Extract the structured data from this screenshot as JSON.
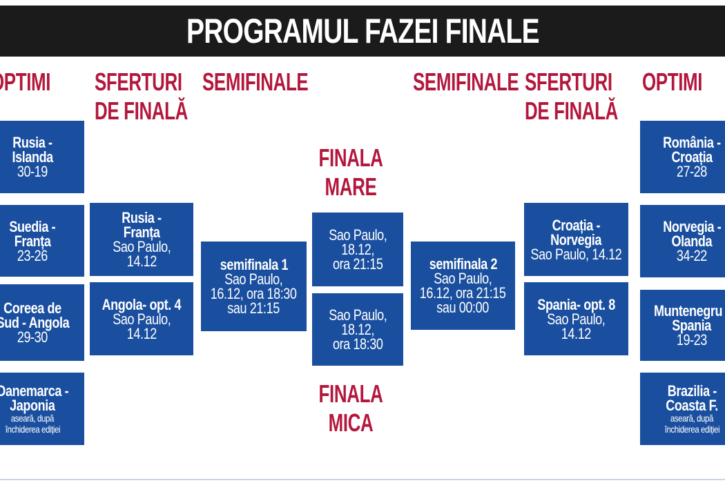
{
  "title": "PROGRAMUL FAZEI FINALE",
  "headers": {
    "optimi": "OPTIMI",
    "sferturi_1": "SFERTURI",
    "sferturi_2": "DE FINALĂ",
    "semifinale": "SEMIFINALE",
    "finala_mare_1": "FINALA",
    "finala_mare_2": "MARE",
    "finala_mica_1": "FINALA",
    "finala_mica_2": "MICA"
  },
  "left_optimi": [
    {
      "teams": [
        "Rusia -",
        "Islanda"
      ],
      "info": [
        "30-19"
      ]
    },
    {
      "teams": [
        "Suedia -",
        "Franța"
      ],
      "info": [
        "23-26"
      ]
    },
    {
      "teams": [
        "Coreea de",
        "Sud - Angola"
      ],
      "info": [
        "29-30"
      ]
    },
    {
      "teams": [
        "Danemarca -",
        "Japonia"
      ],
      "note": [
        "aseară, după",
        "închiderea ediției"
      ]
    }
  ],
  "left_sferturi": [
    {
      "teams": [
        "Rusia -",
        "Franța"
      ],
      "info": [
        "Sao Paulo,",
        "14.12"
      ]
    },
    {
      "teams": [
        "Angola- opt. 4"
      ],
      "info": [
        "Sao Paulo,",
        "14.12"
      ]
    }
  ],
  "semifinala_1": {
    "teams": [
      "semifinala 1"
    ],
    "info": [
      "Sao Paulo,",
      "16.12, ora 18:30",
      "sau 21:15"
    ]
  },
  "finala_mare": {
    "info": [
      "Sao Paulo,",
      "18.12,",
      "ora 21:15"
    ]
  },
  "finala_mica": {
    "info": [
      "Sao Paulo,",
      "18.12,",
      "ora 18:30"
    ]
  },
  "semifinala_2": {
    "teams": [
      "semifinala 2"
    ],
    "info": [
      "Sao Paulo,",
      "16.12, ora 21:15",
      "sau 00:00"
    ]
  },
  "right_sferturi": [
    {
      "teams": [
        "Croația -",
        "Norvegia"
      ],
      "info": [
        "Sao Paulo, 14.12"
      ]
    },
    {
      "teams": [
        "Spania- opt. 8"
      ],
      "info": [
        "Sao Paulo,",
        "14.12"
      ]
    }
  ],
  "right_optimi": [
    {
      "teams": [
        "România -",
        "Croația"
      ],
      "info": [
        "27-28"
      ]
    },
    {
      "teams": [
        "Norvegia -",
        "Olanda"
      ],
      "info": [
        "34-22"
      ]
    },
    {
      "teams": [
        "Muntenegru -",
        "Spania"
      ],
      "info": [
        "19-23"
      ]
    },
    {
      "teams": [
        "Brazilia -",
        "Coasta F."
      ],
      "note": [
        "aseară, după",
        "închiderea ediției"
      ]
    }
  ],
  "colors": {
    "box": "#1a4f9f",
    "heading": "#b3173c",
    "bar": "#1b1b1b"
  }
}
